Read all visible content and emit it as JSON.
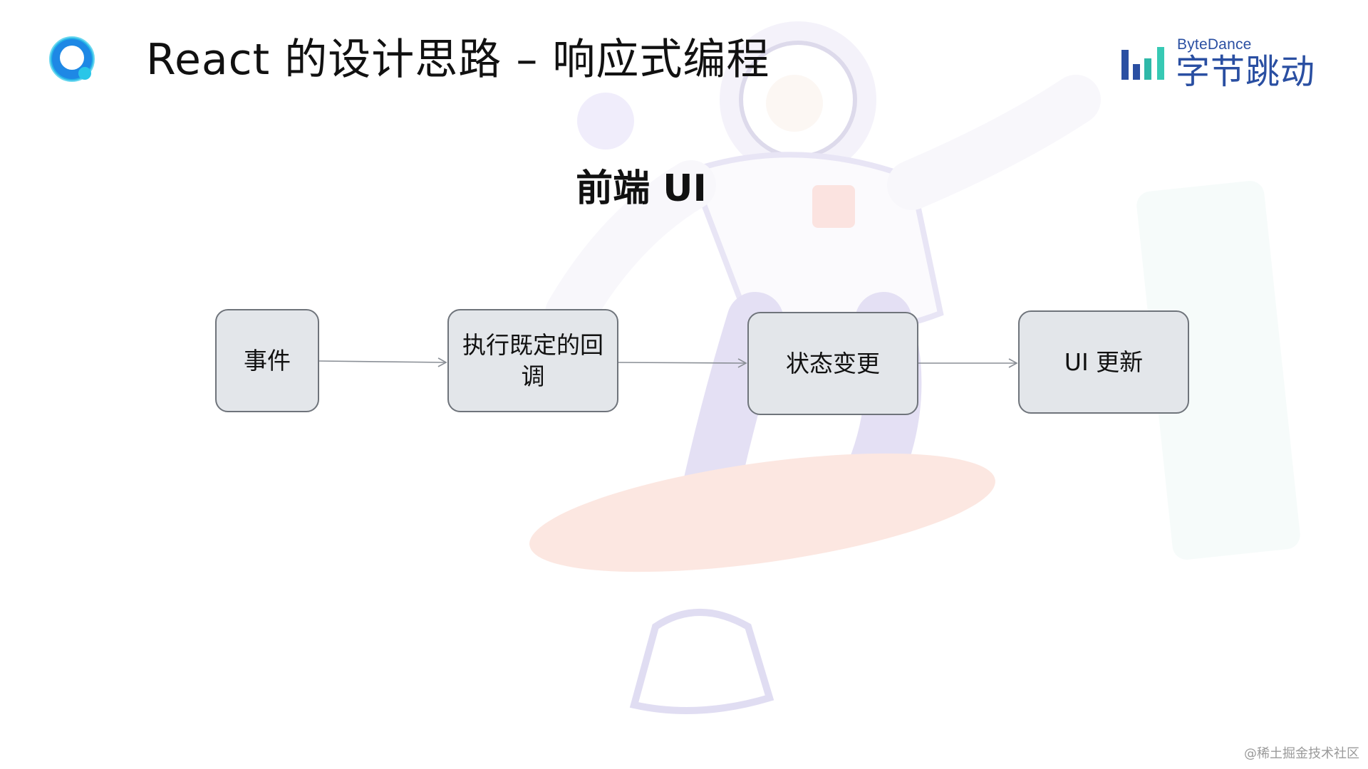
{
  "header": {
    "title": "React 的设计思路 – 响应式编程",
    "brand": {
      "name_en": "ByteDance",
      "name_cn": "字节跳动"
    }
  },
  "diagram": {
    "title": "前端 UI",
    "nodes": [
      {
        "label": "事件"
      },
      {
        "label": "执行既定的回调"
      },
      {
        "label": "状态变更"
      },
      {
        "label": "UI 更新"
      }
    ]
  },
  "watermark": "@稀土掘金技术社区",
  "colors": {
    "node_fill": "#e3e6ea",
    "node_border": "#6f747b",
    "arrow": "#8a8f96",
    "brand_blue": "#2a4fa2",
    "logo_blue": "#1e88e5",
    "logo_cyan": "#29c6e8"
  },
  "icons": {
    "logo": "circle-q-logo-icon",
    "brand": "bytedance-bars-icon"
  }
}
